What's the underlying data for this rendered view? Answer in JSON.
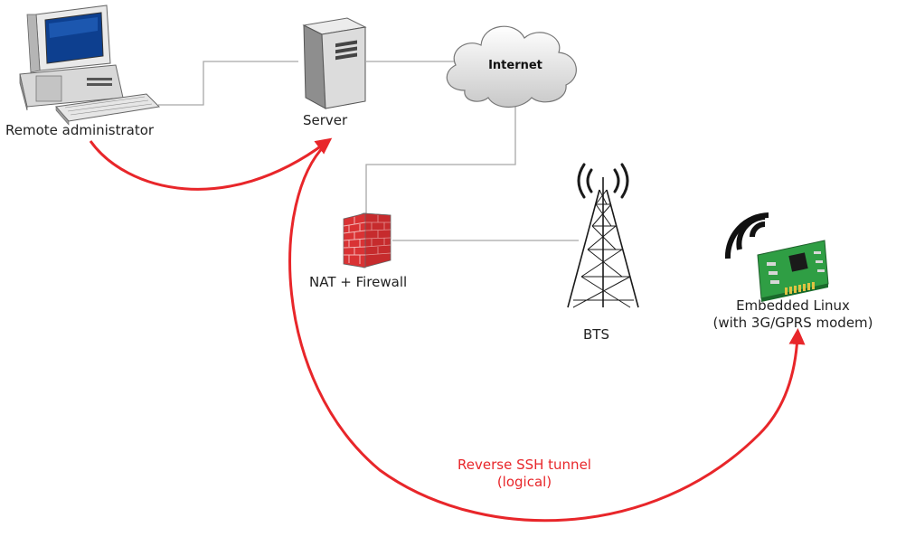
{
  "nodes": {
    "remote_admin": {
      "label": "Remote administrator",
      "icon": "desktop-computer-icon"
    },
    "server": {
      "label": "Server",
      "icon": "server-tower-icon"
    },
    "internet": {
      "label": "Internet",
      "icon": "cloud-icon"
    },
    "firewall": {
      "label": "NAT + Firewall",
      "icon": "brick-firewall-icon"
    },
    "bts": {
      "label": "BTS",
      "icon": "cell-tower-icon"
    },
    "embedded": {
      "line1": "Embedded Linux",
      "line2": "(with 3G/GPRS modem)",
      "icon": "circuit-board-icon"
    }
  },
  "tunnel": {
    "line1": "Reverse SSH tunnel",
    "line2": "(logical)"
  },
  "colors": {
    "tunnel": "#e8262a",
    "connector": "#a0a0a0",
    "board": "#3aa64a",
    "brick": "#c0282a"
  }
}
